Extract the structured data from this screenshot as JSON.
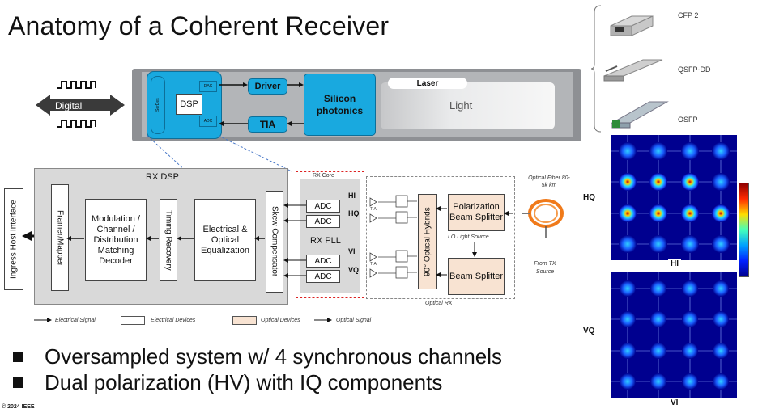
{
  "title": "Anatomy of a Coherent Receiver",
  "bullets": [
    "Oversampled system w/ 4 synchronous channels",
    "Dual polarization (HV) with IQ components"
  ],
  "copyright": "© 2024 IEEE",
  "module": {
    "digital": "Digital",
    "serdes": "SerDes",
    "dsp": "DSP",
    "dac": "DAC",
    "adc": "ADC",
    "driver": "Driver",
    "tia": "TIA",
    "silicon_photonics": "Silicon photonics",
    "laser": "Laser",
    "light": "Light"
  },
  "form_factors": [
    "CFP 2",
    "QSFP-DD",
    "OSFP"
  ],
  "diagram": {
    "ingress": "Ingress Host Interface",
    "rx_dsp": "RX DSP",
    "framer": "Framer/Mapper",
    "modulation": "Modulation / Channel / Distribution Matching Decoder",
    "timing": "Timing Recovery",
    "equalization": "Electrical & Optical Equalization",
    "skew": "Skew Compensator",
    "rx_core": "RX Core",
    "adc": "ADC",
    "rx_pll": "RX PLL",
    "channels": [
      "HI",
      "HQ",
      "VI",
      "VQ"
    ],
    "tia": "TIA",
    "hybrid": "90° Optical Hybrids",
    "pbs": "Polarization Beam Splitter",
    "lo_source": "LO Light Source",
    "bs": "Beam Splitter",
    "optical_rx": "Optical RX",
    "optical_fiber": "Optical Fiber 80-5k km",
    "from_tx": "From TX Source"
  },
  "legend": [
    "Electrical Signal",
    "Electrical Devices",
    "Optical Devices",
    "Optical Signal"
  ],
  "constellations": {
    "top": {
      "left_label": "HQ",
      "bottom_label": "HI"
    },
    "bottom": {
      "left_label": "VQ",
      "bottom_label": "VI"
    }
  },
  "colors": {
    "accent_blue": "#19a9df",
    "optical_peach": "#f8e3d2",
    "rx_core_red": "#dd2222"
  }
}
